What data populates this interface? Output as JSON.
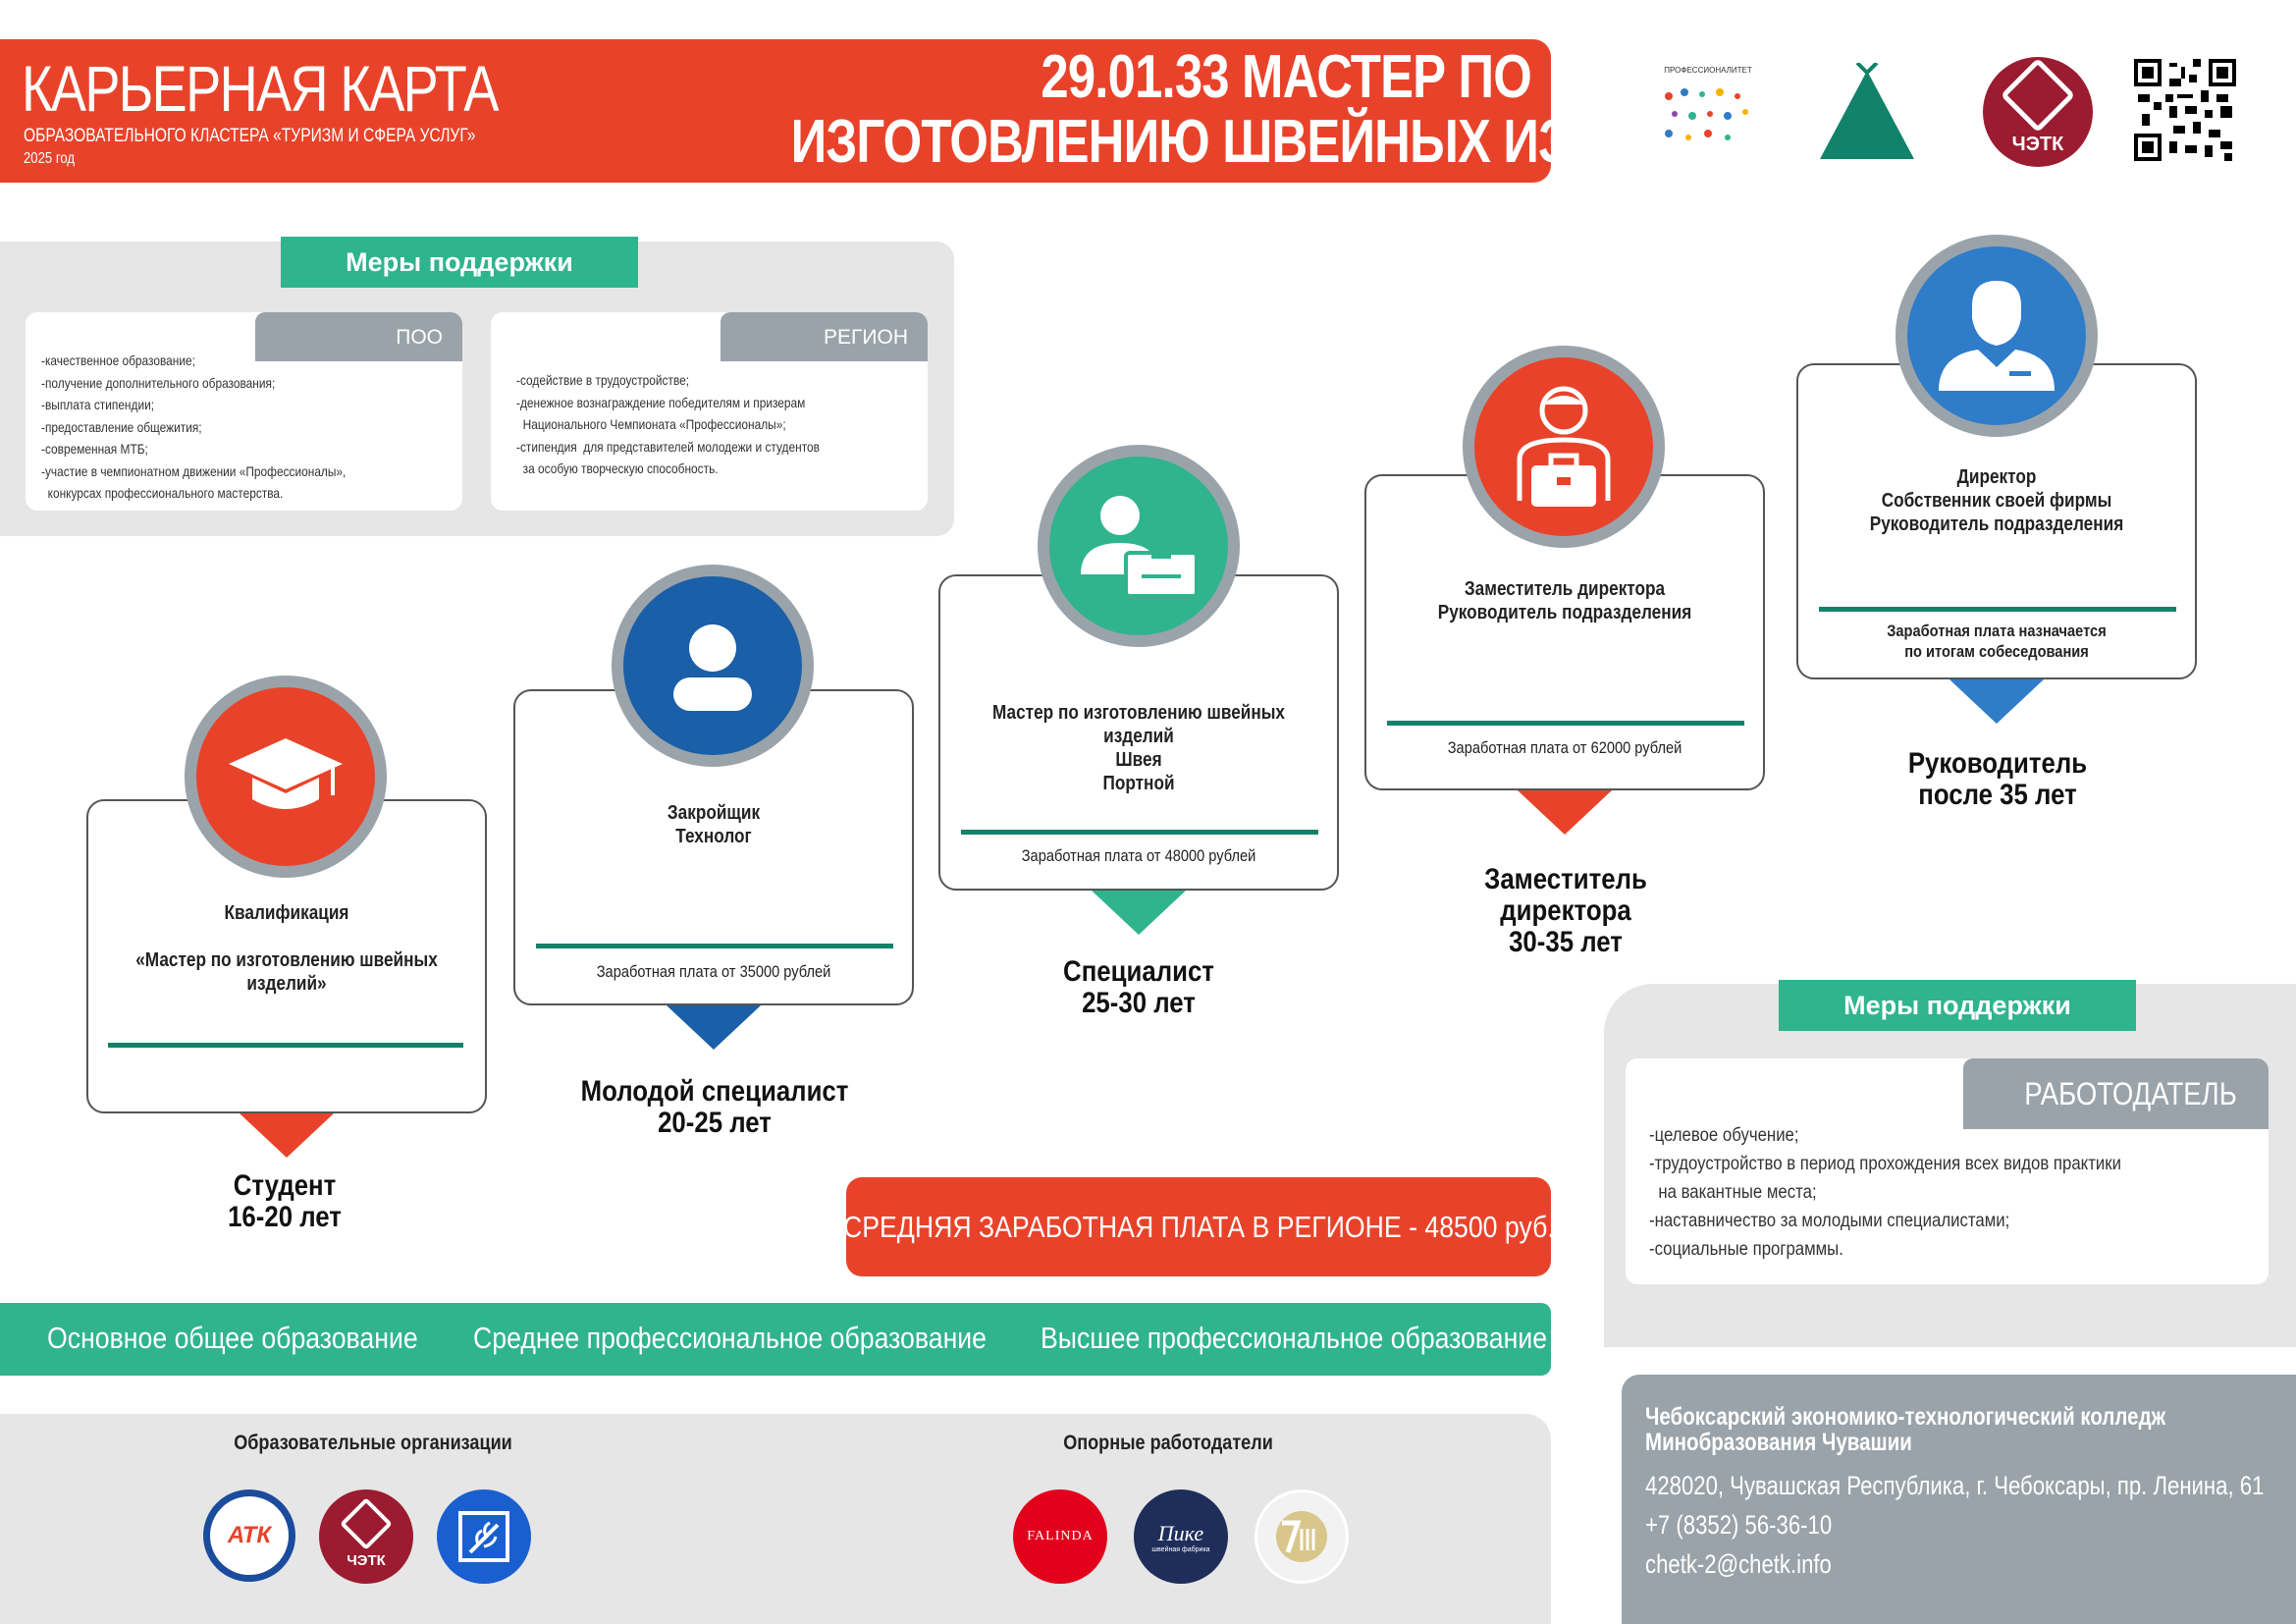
{
  "header": {
    "title": "КАРЬЕРНАЯ КАРТА",
    "subtitle": "ОБРАЗОВАТЕЛЬНОГО КЛАСТЕРА «ТУРИЗМ И СФЕРА УСЛУГ»",
    "year": "2025 год",
    "profession_line1": "29.01.33 МАСТЕР ПО",
    "profession_line2": "ИЗГОТОВЛЕНИЮ ШВЕЙНЫХ ИЗДЕЛИЙ"
  },
  "header_logos": {
    "professionalitet_text": "ПРОФЕССИОНАЛИТЕТ",
    "chetk_text": "ЧЭТК"
  },
  "support_top": {
    "title": "Меры поддержки",
    "poo": {
      "tab": "ПОО",
      "items": [
        "-качественное образование;",
        "-получение дополнительного образования;",
        "-выплата стипендии;",
        "-предоставление общежития;",
        "-современная МТБ;",
        "-участие в чемпионатном движении «Профессионалы»,",
        "  конкурсах профессионального мастерства."
      ]
    },
    "region": {
      "tab": "РЕГИОН",
      "items": [
        "-содействие в трудоустройстве;",
        "-денежное вознаграждение победителям и призерам",
        "  Национального Чемпионата «Профессионалы»;",
        "-стипендия  для представителей молодежи и студентов",
        "  за особую творческую способность."
      ]
    }
  },
  "career": [
    {
      "lines": [
        "Квалификация",
        "",
        "«Мастер по изготовлению швейных изделий»"
      ],
      "salary": "",
      "stage": "Студент",
      "age": "16-20 лет",
      "color": "#e8432a",
      "icon": "graduation-cap-icon"
    },
    {
      "lines": [
        "Закройщик",
        "Технолог"
      ],
      "salary": "Заработная плата от 35000 рублей",
      "stage": "Молодой специалист",
      "age": "20-25 лет",
      "color": "#1a5fa8",
      "icon": "person-icon"
    },
    {
      "lines": [
        "Мастер по изготовлению швейных изделий",
        "Швея",
        "Портной"
      ],
      "salary": "Заработная плата от 48000 рублей",
      "stage": "Специалист",
      "age": "25-30 лет",
      "color": "#2fb48e",
      "icon": "badge-person-icon"
    },
    {
      "lines": [
        "Заместитель директора",
        "Руководитель подразделения"
      ],
      "salary": "Заработная плата от 62000 рублей",
      "stage": "Заместитель директора",
      "age": "30-35 лет",
      "color": "#e8432a",
      "icon": "briefcase-person-icon"
    },
    {
      "lines": [
        "Директор",
        "Собственник своей фирмы",
        "Руководитель подразделения"
      ],
      "salary": "Заработная плата назначается\nпо итогам собеседования",
      "stage": "Руководитель",
      "age": "после 35 лет",
      "color": "#2f7cc9",
      "icon": "manager-icon"
    }
  ],
  "average_salary": "СРЕДНЯЯ ЗАРАБОТНАЯ ПЛАТА В РЕГИОНЕ - 48500 руб.",
  "education": {
    "basic": "Основное общее образование",
    "secondary": "Среднее профессиональное образование",
    "higher": "Высшее профессиональное  образование"
  },
  "support_right": {
    "title": "Меры поддержки",
    "tab": "РАБОТОДАТЕЛЬ",
    "items": [
      "-целевое обучение;",
      "-трудоустройство в период прохождения всех видов практики",
      "  на вакантные места;",
      "-наставничество за молодыми специалистами;",
      "-социальные программы."
    ]
  },
  "footer": {
    "orgs_title": "Образовательные организации",
    "employers_title": "Опорные работодатели",
    "org_logos": [
      "АТК",
      "ЧЭТК",
      ""
    ],
    "employer_logos": [
      "FALINDA",
      "Пике",
      ""
    ],
    "employer_pike_sub": "швейная фабрика"
  },
  "contacts": {
    "org_name": "Чебоксарский экономико-технологический колледж\nМинобразования Чувашии",
    "address": "428020, Чувашская Республика, г. Чебоксары, пр. Ленина, 61",
    "phone": "+7 (8352) 56-36-10",
    "email": "chetk-2@chetk.info"
  }
}
